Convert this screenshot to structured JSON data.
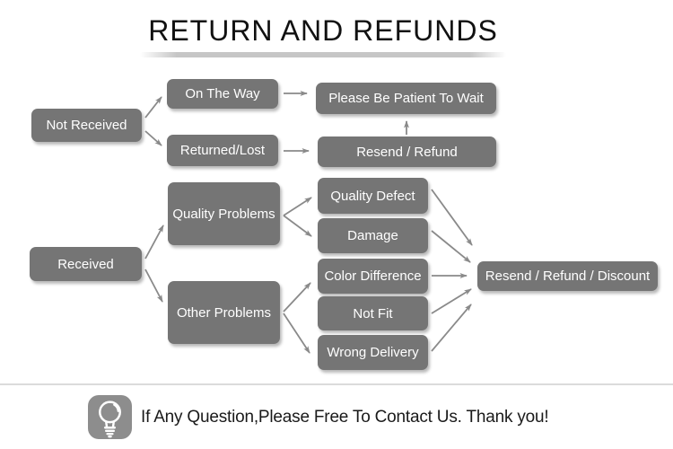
{
  "title": "RETURN AND REFUNDS",
  "flow": {
    "boxes": [
      {
        "id": "not-received",
        "label": "Not Received"
      },
      {
        "id": "on-the-way",
        "label": "On The Way"
      },
      {
        "id": "returned-lost",
        "label": "Returned/Lost"
      },
      {
        "id": "patient-wait",
        "label": "Please Be Patient To Wait"
      },
      {
        "id": "resend-refund",
        "label": "Resend / Refund"
      },
      {
        "id": "received",
        "label": "Received"
      },
      {
        "id": "quality-problems",
        "label": "Quality Problems"
      },
      {
        "id": "other-problems",
        "label": "Other Problems"
      },
      {
        "id": "quality-defect",
        "label": "Quality Defect"
      },
      {
        "id": "damage",
        "label": "Damage"
      },
      {
        "id": "color-difference",
        "label": "Color Difference"
      },
      {
        "id": "not-fit",
        "label": "Not Fit"
      },
      {
        "id": "wrong-delivery",
        "label": "Wrong Delivery"
      },
      {
        "id": "resend-refund-discount",
        "label": "Resend / Refund / Discount"
      }
    ],
    "connections": [
      {
        "from": "Not Received",
        "to": "On The Way"
      },
      {
        "from": "Not Received",
        "to": "Returned/Lost"
      },
      {
        "from": "On The Way",
        "to": "Please Be Patient To Wait"
      },
      {
        "from": "Returned/Lost",
        "to": "Resend / Refund"
      },
      {
        "from": "Resend / Refund",
        "to": "Please Be Patient To Wait"
      },
      {
        "from": "Received",
        "to": "Quality Problems"
      },
      {
        "from": "Received",
        "to": "Other Problems"
      },
      {
        "from": "Quality Problems",
        "to": "Quality Defect"
      },
      {
        "from": "Quality Problems",
        "to": "Damage"
      },
      {
        "from": "Other Problems",
        "to": "Color Difference"
      },
      {
        "from": "Other Problems",
        "to": "Wrong Delivery"
      },
      {
        "from": "Quality Defect",
        "to": "Resend / Refund / Discount"
      },
      {
        "from": "Damage",
        "to": "Resend / Refund / Discount"
      },
      {
        "from": "Color Difference",
        "to": "Resend / Refund / Discount"
      },
      {
        "from": "Not Fit",
        "to": "Resend / Refund / Discount"
      },
      {
        "from": "Wrong Delivery",
        "to": "Resend / Refund / Discount"
      }
    ]
  },
  "footer": {
    "icon": "lightbulb-icon",
    "message": "If Any Question,Please Free To Contact Us. Thank you!"
  },
  "colors": {
    "box_bg": "#757575",
    "box_text": "#ffffff",
    "arrow": "#8a8a8a",
    "divider": "#dbdbdb",
    "title_underline": "#c6c6c6",
    "icon_bg": "#8d8d8d",
    "title_color": "#111111",
    "footer_text": "#1a1a1a"
  }
}
